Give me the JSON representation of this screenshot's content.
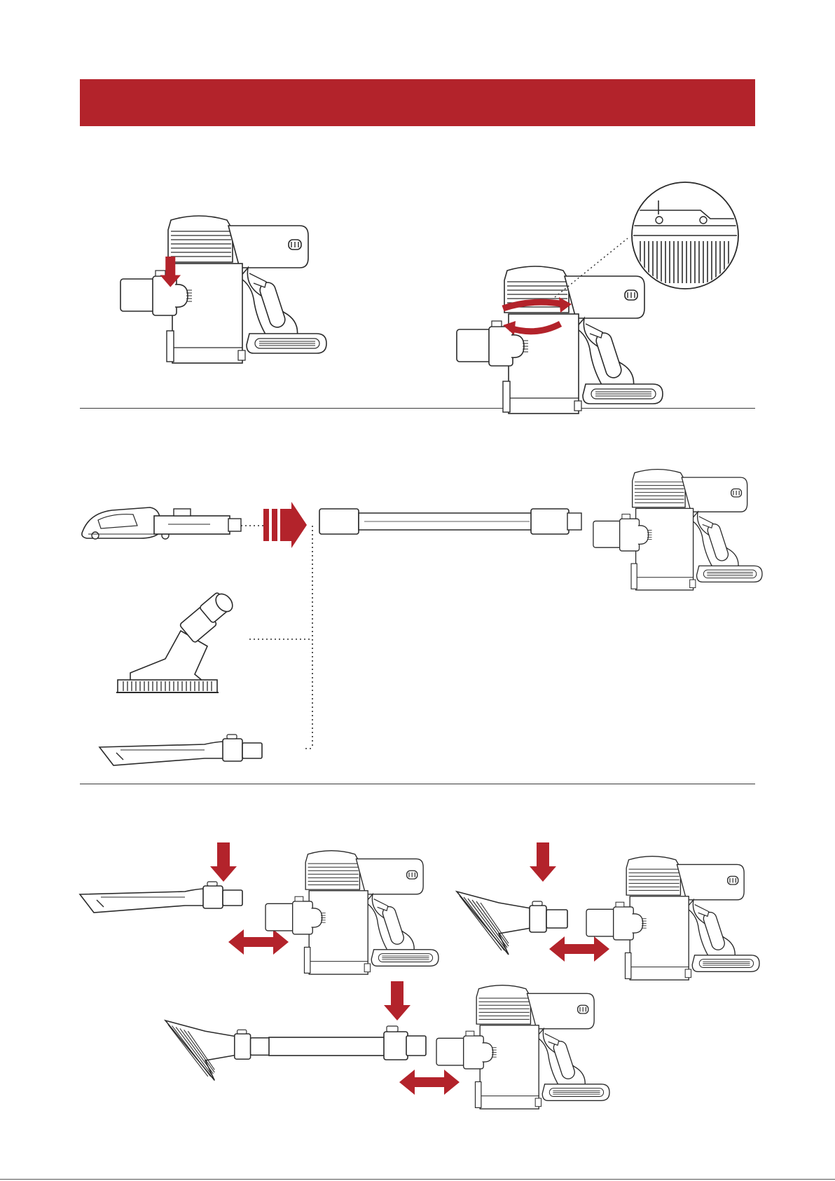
{
  "colors": {
    "accent": "#B3232B",
    "line": "#2a2a2a",
    "background": "#ffffff"
  },
  "banner": {
    "title": ""
  },
  "sections": [
    {
      "name": "dust-cup-removal",
      "steps": 2
    },
    {
      "name": "accessory-options",
      "accessories": [
        "floor-brush",
        "dusting-brush",
        "crevice-tool"
      ]
    },
    {
      "name": "accessory-attachment",
      "steps": 3
    }
  ]
}
